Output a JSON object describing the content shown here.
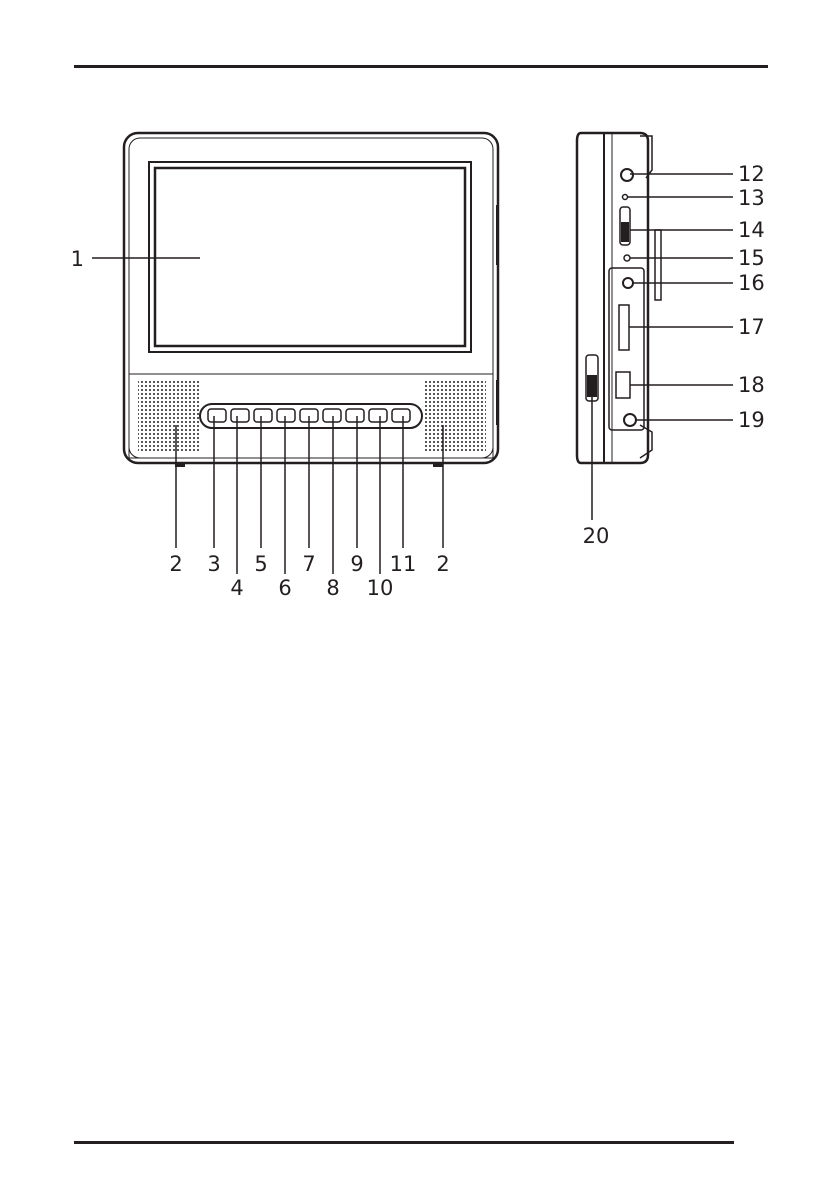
{
  "diagram": {
    "callouts": {
      "c1": "1",
      "c2_left": "2",
      "c2_right": "2",
      "c3": "3",
      "c4": "4",
      "c5": "5",
      "c6": "6",
      "c7": "7",
      "c8": "8",
      "c9": "9",
      "c10": "10",
      "c11": "11",
      "c12": "12",
      "c13": "13",
      "c14": "14",
      "c15": "15",
      "c16": "16",
      "c17": "17",
      "c18": "18",
      "c19": "19",
      "c20": "20"
    }
  },
  "colors": {
    "ink": "#231f20",
    "background": "#ffffff"
  }
}
